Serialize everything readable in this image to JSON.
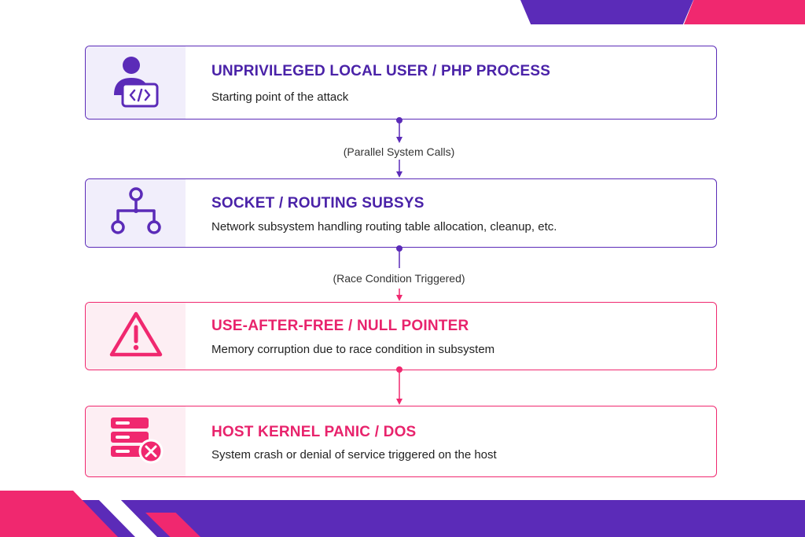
{
  "colors": {
    "purple": "#5b2bb8",
    "purple_text": "#4a22a8",
    "pink": "#f0286f",
    "purple_tint": "#f1eefb",
    "pink_tint": "#fdeef3"
  },
  "steps": [
    {
      "title": "UNPRIVILEGED LOCAL USER / PHP PROCESS",
      "description": "Starting point of the attack",
      "icon": "user-code-icon",
      "color": "purple"
    },
    {
      "title": "SOCKET / ROUTING SUBSYS",
      "description": "Network subsystem handling routing table allocation, cleanup, etc.",
      "icon": "network-tree-icon",
      "color": "purple"
    },
    {
      "title": "USE-AFTER-FREE / NULL POINTER",
      "description": "Memory corruption due to race condition in subsystem",
      "icon": "warning-triangle-icon",
      "color": "pink"
    },
    {
      "title": "HOST KERNEL PANIC / DOS",
      "description": "System crash or denial of service triggered on the host",
      "icon": "server-error-icon",
      "color": "pink"
    }
  ],
  "connectors": [
    {
      "label": "(Parallel System Calls)"
    },
    {
      "label": "(Race Condition Triggered)"
    },
    {
      "label": ""
    }
  ]
}
